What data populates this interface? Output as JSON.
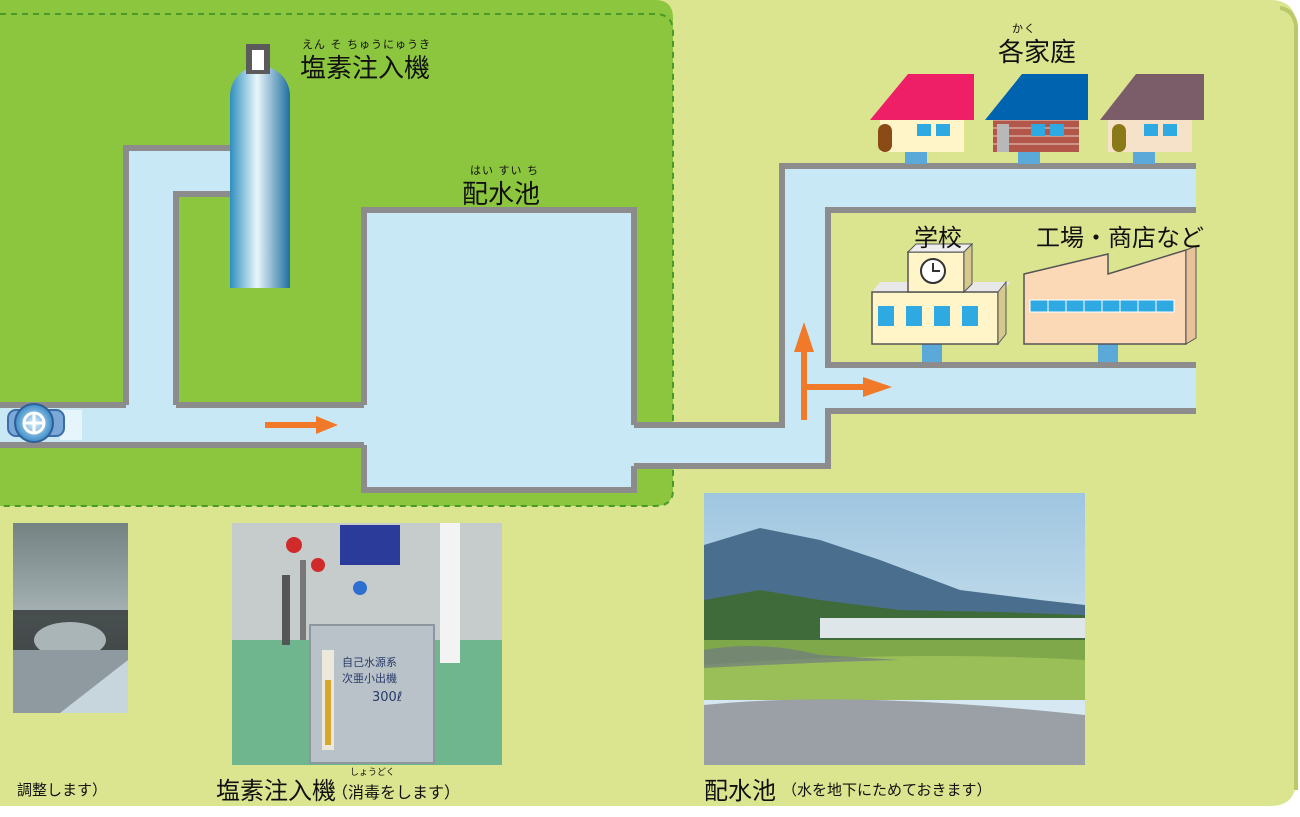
{
  "labels": {
    "chlorinator": {
      "ruby": "えん そ ちゅうにゅうき",
      "text": "塩素注入機"
    },
    "reservoir": {
      "ruby": "はい すい ち",
      "text": "配水池"
    },
    "homes": {
      "ruby": "かく",
      "text": "各家庭"
    },
    "school": {
      "text": "学校"
    },
    "factories": {
      "text": "工場・商店など"
    }
  },
  "photos": {
    "valve": {
      "caption": "調整します）"
    },
    "chlorinator": {
      "caption_main": "塩素注入機",
      "caption_ruby": "しょうどく",
      "caption_sub": "（消毒をします）",
      "panel_text": [
        "自己水源系",
        "次亜小出機",
        "300ℓ"
      ]
    },
    "reservoir": {
      "caption_main": "配水池",
      "caption_sub": "（水を地下にためておきます）"
    }
  },
  "colors": {
    "background": "#dbe48f",
    "facility_area": "#8cc63f",
    "pipe_water": "#c9e8f5",
    "pipe_wall": "#8c8c8c",
    "arrow": "#f07a2a"
  }
}
